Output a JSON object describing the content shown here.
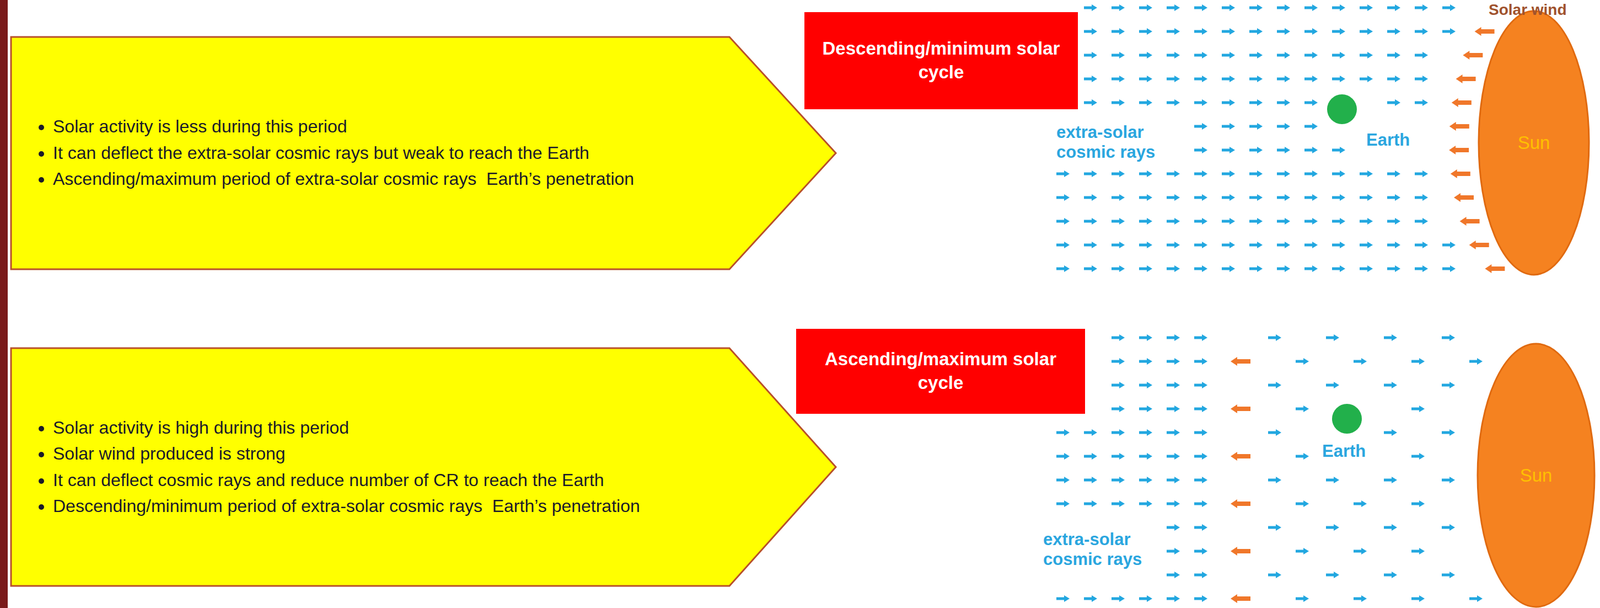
{
  "diagram": {
    "nodes": [
      {
        "text": [
          "Solar activity is less during this period",
          "It can deflect the extra-solar cosmic rays but weak to reach the Earth",
          "Ascending/maximum period of extra-solar cosmic rays  Earth’s penetration"
        ]
      },
      {
        "text": [
          "Descending/minimum solar cycle"
        ]
      },
      {
        "text": [
          "Sun"
        ]
      },
      {
        "text": [
          "Solar activity is high during this period",
          "Solar wind produced is strong",
          "It can deflect cosmic rays and reduce number of CR to reach the Earth",
          "Descending/minimum period of extra-solar cosmic rays  Earth’s penetration"
        ]
      },
      {
        "text": [
          "Ascending/maximum solar cycle"
        ]
      },
      {
        "text": [
          "Sun"
        ]
      }
    ],
    "labels": [
      "Solar wind",
      "extra-solar cosmic rays",
      "Earth",
      "extra-solar cosmic rays",
      "Earth"
    ]
  }
}
